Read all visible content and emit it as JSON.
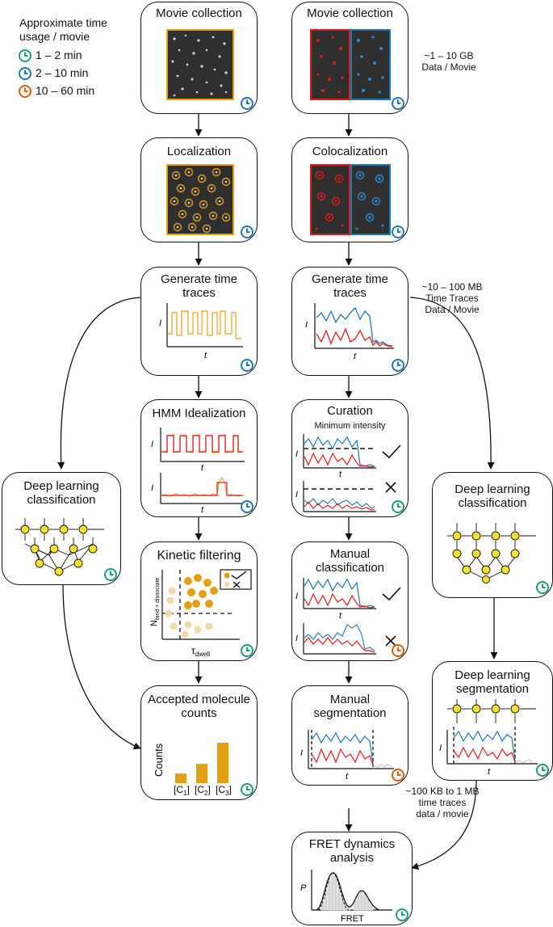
{
  "legend": {
    "title_line1": "Approximate time",
    "title_line2": "usage / movie",
    "items": [
      {
        "label": "1 – 2 min",
        "color": "#1b9e77"
      },
      {
        "label": "2 – 10 min",
        "color": "#1f78b4"
      },
      {
        "label": "10 – 60 min",
        "color": "#d95f02"
      }
    ]
  },
  "boxes": {
    "movie_left": "Movie collection",
    "movie_right": "Movie collection",
    "localization": "Localization",
    "colocalization": "Colocalization",
    "gen_left_1": "Generate time",
    "gen_left_2": "traces",
    "gen_right_1": "Generate time",
    "gen_right_2": "traces",
    "hmm": "HMM Idealization",
    "curation": "Curation",
    "curation_sub": "Minimum intensity",
    "kinetic": "Kinetic filtering",
    "manual_class_1": "Manual",
    "manual_class_2": "classification",
    "accepted_1": "Accepted molecule",
    "accepted_2": "counts",
    "manual_seg_1": "Manual",
    "manual_seg_2": "segmentation",
    "dl_left_1": "Deep learning",
    "dl_left_2": "classification",
    "dl_right_1": "Deep learning",
    "dl_right_2": "classification",
    "dl_seg_1": "Deep learning",
    "dl_seg_2": "segmentation",
    "fret_1": "FRET dynamics",
    "fret_2": "analysis"
  },
  "notes": {
    "gb_1": "~1 – 10 GB",
    "gb_2": "Data / Movie",
    "mb_1": "~10  – 100 MB",
    "mb_2": "Time Traces",
    "mb_3": "Data / Movie",
    "kb_1": "~100 KB to 1 MB",
    "kb_2": "time traces",
    "kb_3": "data / movie"
  },
  "axes": {
    "intensity": "I",
    "time": "t",
    "kinetic_y": "N",
    "kinetic_y_sub": "bind + dissociate",
    "kinetic_x": "τ",
    "kinetic_x_sub": "dwell",
    "counts": "Counts",
    "fret_y": "P",
    "fret_x": "FRET"
  },
  "counts_chart": {
    "categories": [
      "[C1]",
      "[C2]",
      "[C3]"
    ],
    "cat_main": [
      "[C",
      "[C",
      "[C"
    ],
    "cat_sub": [
      "1",
      "2",
      "3"
    ],
    "values": [
      1,
      2,
      4.2
    ]
  },
  "colors": {
    "orange": "#e3a013",
    "red": "#e31a1c",
    "blue": "#1f78b4",
    "yellow": "#f5e22e",
    "pale_orange": "#f3d9a6",
    "clock_green": "#1b9e77",
    "clock_blue": "#1f78b4",
    "clock_orange": "#d95f02"
  }
}
